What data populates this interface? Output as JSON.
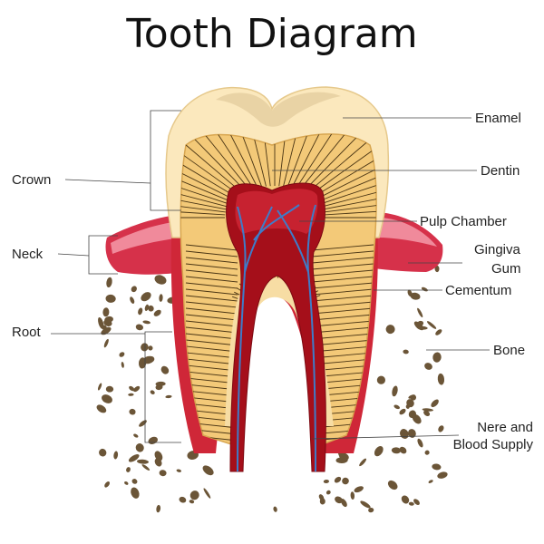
{
  "title": "Tooth Diagram",
  "labels": {
    "crown": "Crown",
    "neck": "Neck",
    "root": "Root",
    "enamel": "Enamel",
    "dentin": "Dentin",
    "pulp_chamber": "Pulp Chamber",
    "gingiva": "Gingiva",
    "gum": "Gum",
    "cementum": "Cementum",
    "bone": "Bone",
    "nerve_line1": "Nere and",
    "nerve_line2": "Blood Supply"
  },
  "colors": {
    "enamel": "#fbe8bd",
    "dentin": "#f3c978",
    "pulp": "#b4121d",
    "gum": "#d6314a",
    "bone": "#6b5537",
    "vessel": "#3e7cc9"
  }
}
